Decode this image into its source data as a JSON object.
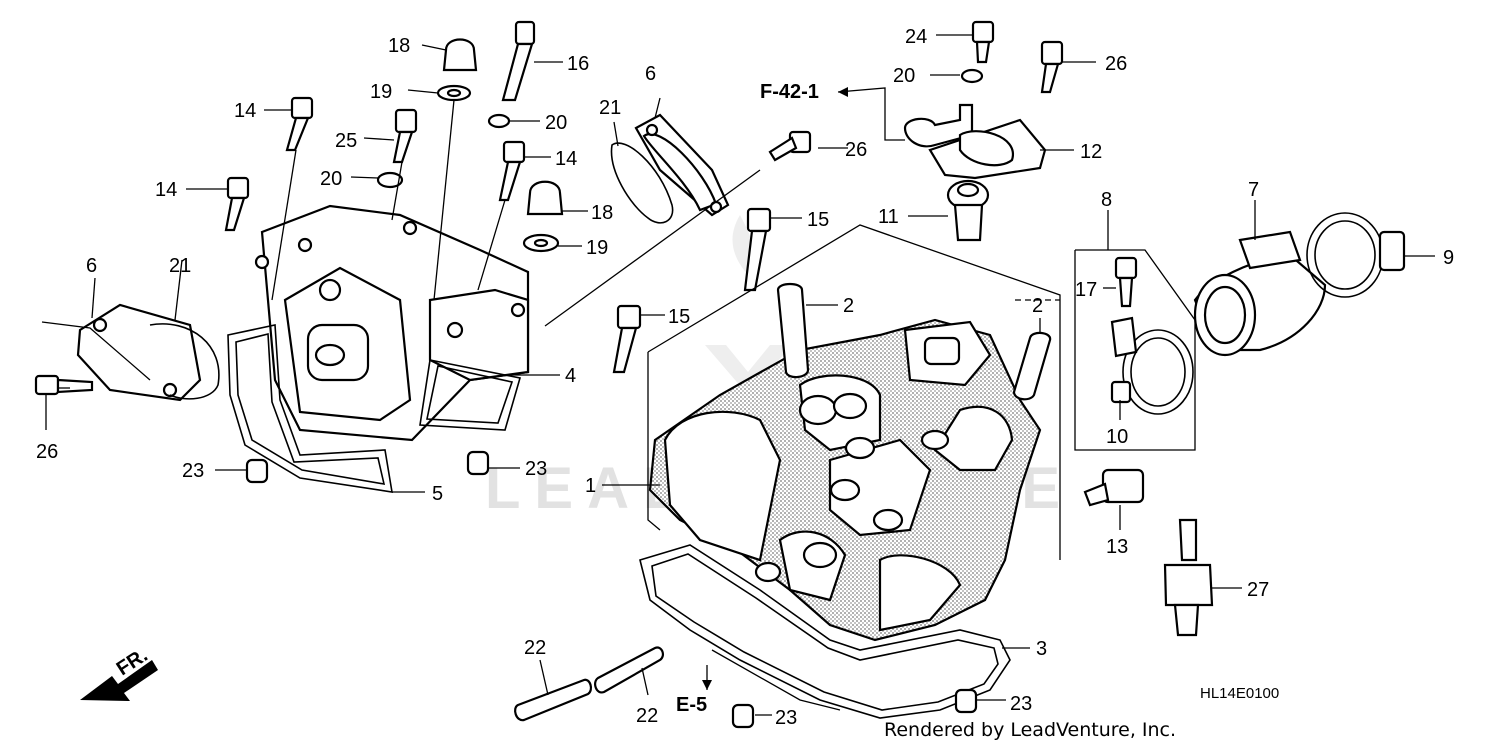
{
  "watermark": "LEADVENTURE",
  "credit": "Rendered by LeadVenture, Inc.",
  "diagram_code": "HL14E0100",
  "direction_label": "FR.",
  "references": {
    "f42": "F-42-1",
    "e5": "E-5"
  },
  "callouts": {
    "c18a": "18",
    "c16": "16",
    "c19a": "19",
    "c14a": "14",
    "c20a": "20",
    "c25": "25",
    "c14b": "14",
    "c20b": "20",
    "c14c": "14",
    "c18b": "18",
    "c19b": "19",
    "c6a": "6",
    "c21a": "21",
    "c26a": "26",
    "c4": "4",
    "c23a": "23",
    "c23b": "23",
    "c5": "5",
    "c6b": "6",
    "c21b": "21",
    "c26b": "26",
    "c15a": "15",
    "c15b": "15",
    "c2a": "2",
    "c1": "1",
    "c22a": "22",
    "c22b": "22",
    "c23c": "23",
    "c24": "24",
    "c20c": "20",
    "c26c": "26",
    "c12": "12",
    "c11": "11",
    "c2b": "2",
    "c8": "8",
    "c7": "7",
    "c9": "9",
    "c17": "17",
    "c10": "10",
    "c13": "13",
    "c27": "27",
    "c3": "3",
    "c23d": "23"
  }
}
